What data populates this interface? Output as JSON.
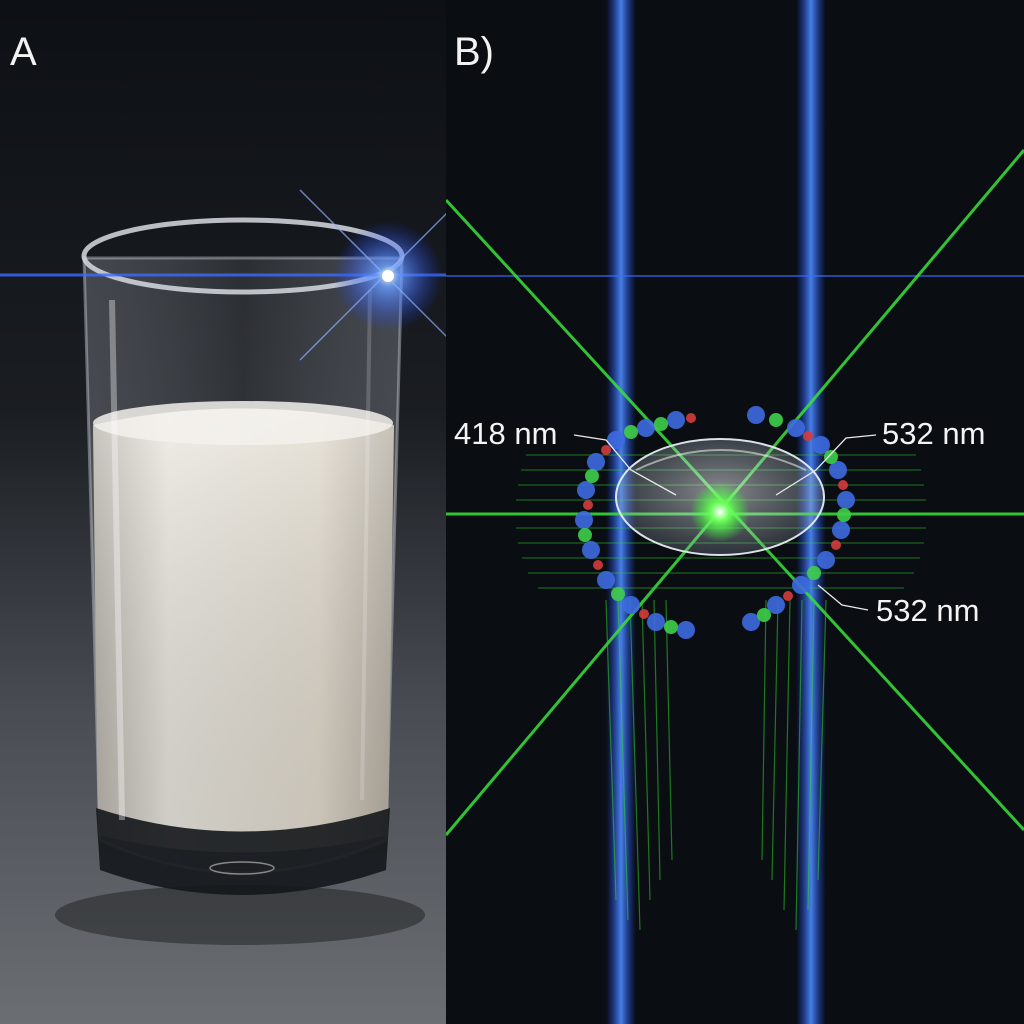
{
  "panels": {
    "a": {
      "label": "A"
    },
    "b": {
      "label": "B)"
    }
  },
  "annotations": [
    {
      "text": "418 nm"
    },
    {
      "text": "532 nm"
    },
    {
      "text": "532 nm"
    }
  ],
  "colors": {
    "laser_green": "#39e23a",
    "laser_blue": "#3a7bff",
    "liquid": "#e6e2d8",
    "background": "#0a0d12"
  }
}
